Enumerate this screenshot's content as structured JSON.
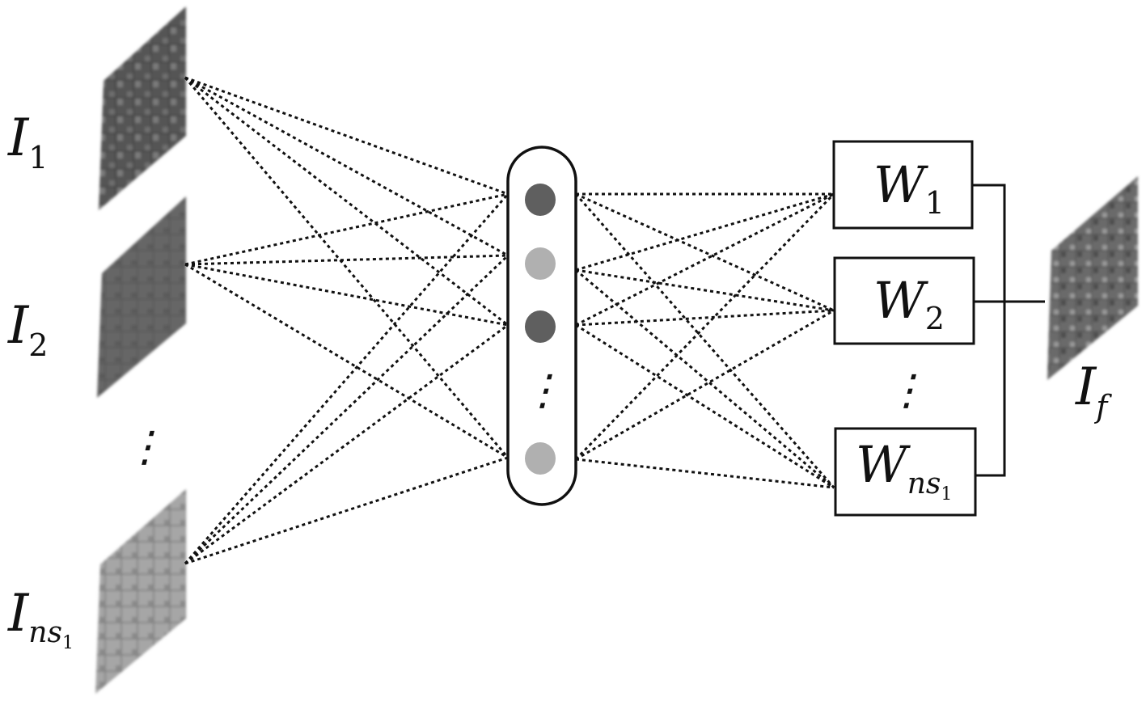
{
  "inputs": [
    {
      "base": "I",
      "sub": "1",
      "subsub": ""
    },
    {
      "base": "I",
      "sub": "2",
      "subsub": ""
    },
    {
      "base": "I",
      "sub": "ns",
      "subsub": "1"
    }
  ],
  "weights": [
    {
      "base": "W",
      "sub": "1",
      "subsub": ""
    },
    {
      "base": "W",
      "sub": "2",
      "subsub": ""
    },
    {
      "base": "W",
      "sub": "ns",
      "subsub": "1"
    }
  ],
  "output": {
    "base": "I",
    "sub": "f"
  },
  "hidden_nodes": [
    {
      "shade": "dark",
      "color": "#5f5f5f"
    },
    {
      "shade": "light",
      "color": "#b0b0b0"
    },
    {
      "shade": "dark",
      "color": "#5f5f5f"
    },
    {
      "shade": "light",
      "color": "#b0b0b0"
    }
  ],
  "ellipsis": "⋮"
}
